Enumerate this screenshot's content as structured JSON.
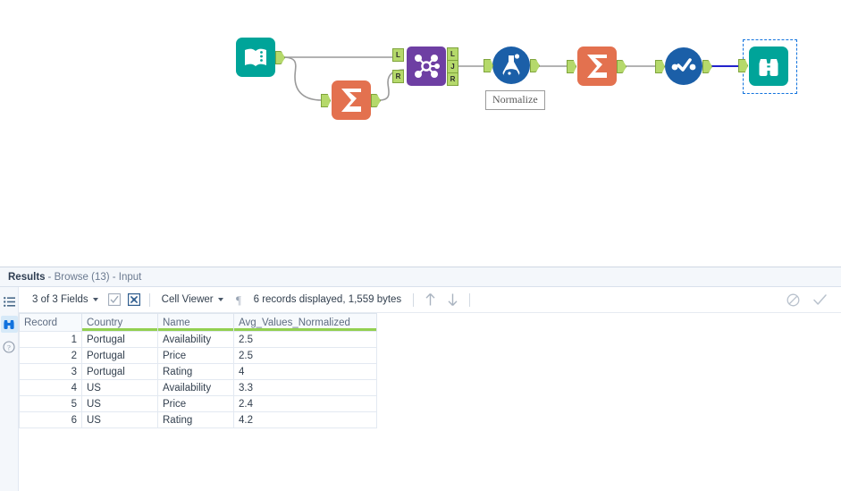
{
  "canvas": {
    "tools": [
      {
        "id": "input-data",
        "name": "input-data-tool",
        "type": "input",
        "label": ""
      },
      {
        "id": "summarize-1",
        "name": "summarize-tool-1",
        "type": "summarize",
        "label": ""
      },
      {
        "id": "join",
        "name": "join-tool",
        "type": "join",
        "label": "",
        "input_anchors": [
          "L",
          "R"
        ],
        "output_anchors": [
          "L",
          "J",
          "R"
        ]
      },
      {
        "id": "normalize",
        "name": "normalize-tool",
        "type": "formula",
        "label": "Normalize"
      },
      {
        "id": "summarize-2",
        "name": "summarize-tool-2",
        "type": "summarize",
        "label": ""
      },
      {
        "id": "select",
        "name": "select-tool",
        "type": "select",
        "label": ""
      },
      {
        "id": "browse",
        "name": "browse-tool",
        "type": "browse",
        "label": "",
        "selected": true
      }
    ],
    "colors": {
      "teal": "#00A499",
      "purple": "#6E3FA3",
      "salmon": "#E3714F",
      "blue": "#1B5FA8",
      "anchor_green": "#B5D96B",
      "wire": "#9a9a9a",
      "selected_wire": "#2222CC",
      "selection_border": "#1273DE"
    }
  },
  "results": {
    "title_main": "Results",
    "title_sub": "- Browse (13) - Input",
    "rail": [
      {
        "icon": "list-icon",
        "name": "results-list-view",
        "active": false
      },
      {
        "icon": "binoculars-icon",
        "name": "results-browse-view",
        "active": true
      },
      {
        "icon": "help-icon",
        "name": "results-help",
        "active": false
      }
    ],
    "toolbar": {
      "fields_label": "3 of 3 Fields",
      "select_all_icon": "checked-checkbox-icon",
      "deselect_all_icon": "deselect-box-icon",
      "view_mode": "Cell Viewer",
      "pilcrow_icon": "pilcrow-icon",
      "record_status": "6 records displayed, 1,559 bytes",
      "up_icon": "arrow-up-icon",
      "down_icon": "arrow-down-icon",
      "block_icon": "no-entry-icon",
      "check_icon": "checkmark-icon"
    },
    "grid": {
      "columns": [
        "Record",
        "Country",
        "Name",
        "Avg_Values_Normalized"
      ],
      "rows": [
        {
          "record": "1",
          "country": "Portugal",
          "name": "Availability",
          "value": "2.5"
        },
        {
          "record": "2",
          "country": "Portugal",
          "name": "Price",
          "value": "2.5"
        },
        {
          "record": "3",
          "country": "Portugal",
          "name": "Rating",
          "value": "4"
        },
        {
          "record": "4",
          "country": "US",
          "name": "Availability",
          "value": "3.3"
        },
        {
          "record": "5",
          "country": "US",
          "name": "Price",
          "value": "2.4"
        },
        {
          "record": "6",
          "country": "US",
          "name": "Rating",
          "value": "4.2"
        }
      ]
    }
  }
}
